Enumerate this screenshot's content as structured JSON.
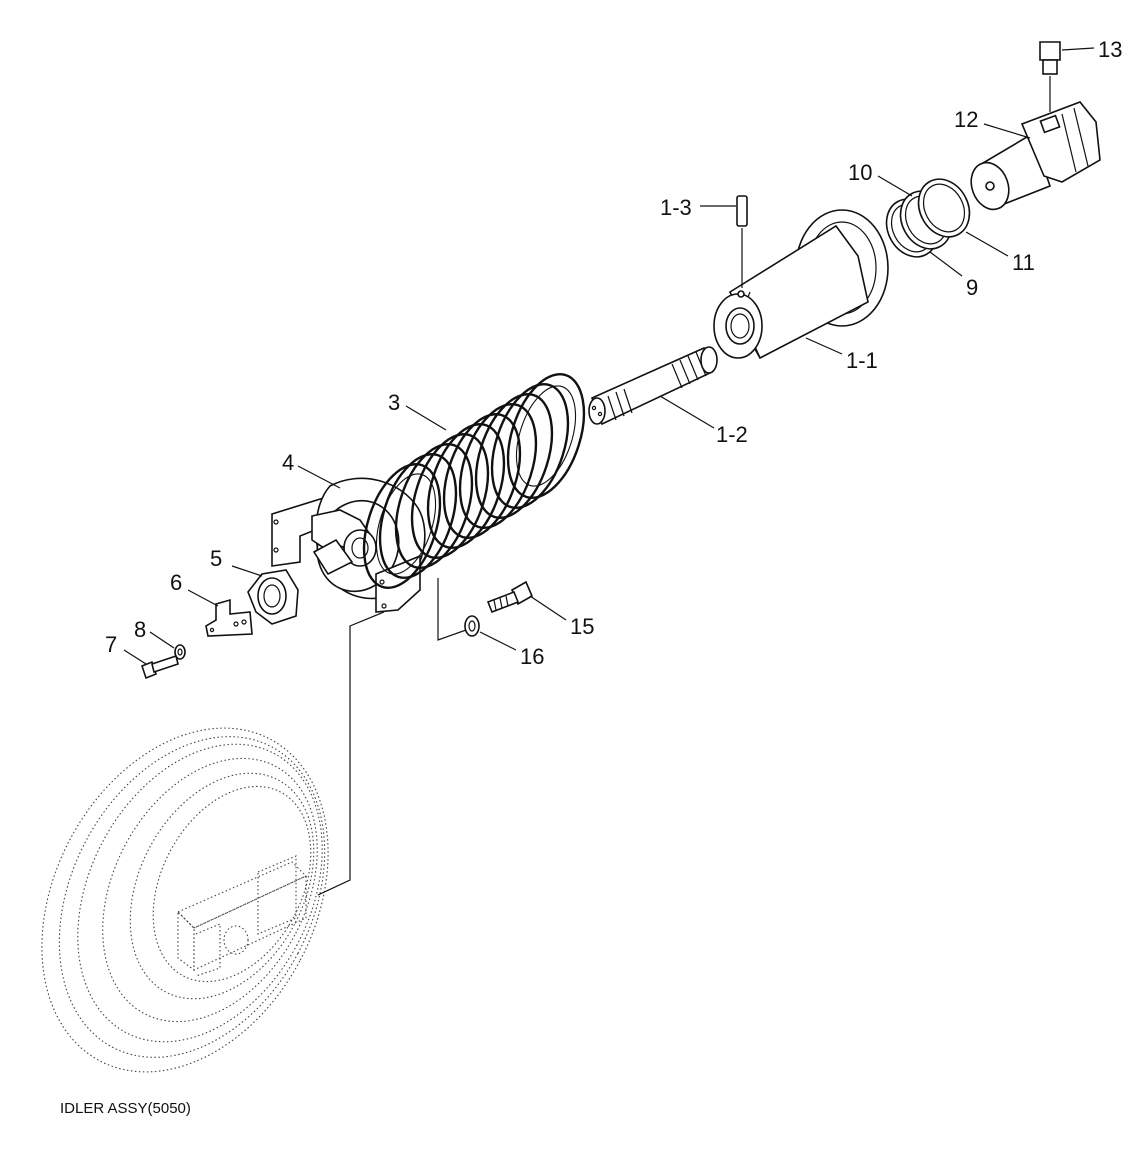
{
  "caption": "IDLER ASSY(5050)",
  "parts": {
    "p13": "13",
    "p12": "12",
    "p10": "10",
    "p11": "11",
    "p9": "9",
    "p1_3": "1-3",
    "p1_1": "1-1",
    "p1_2": "1-2",
    "p3": "3",
    "p4": "4",
    "p5": "5",
    "p6": "6",
    "p7": "7",
    "p8": "8",
    "p15": "15",
    "p16": "16"
  }
}
